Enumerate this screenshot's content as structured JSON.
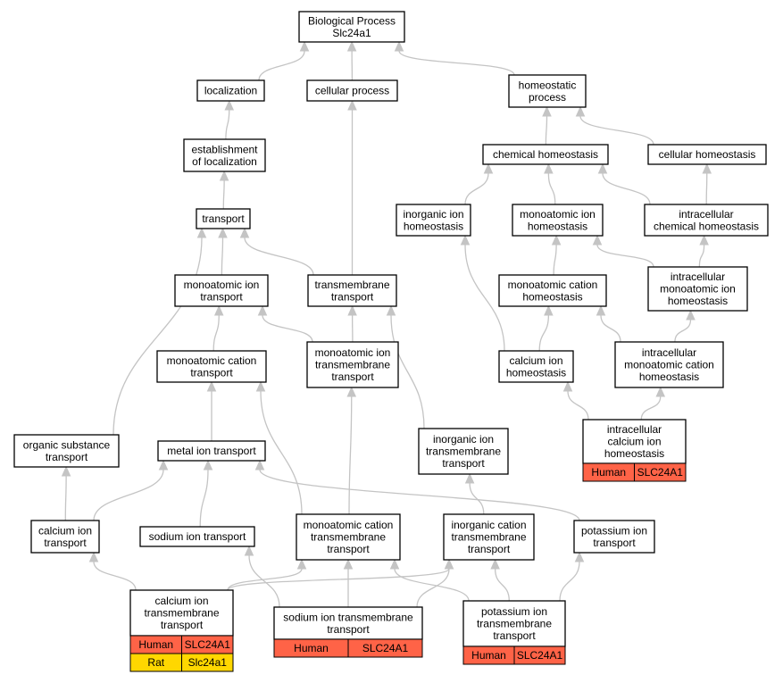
{
  "colors": {
    "human": "#ff6347",
    "rat": "#ffd700",
    "edge": "#c4c4c4"
  },
  "nodes": [
    {
      "id": "bp",
      "lines": [
        "Biological Process",
        "Slc24a1"
      ]
    },
    {
      "id": "localization",
      "lines": [
        "localization"
      ]
    },
    {
      "id": "cellular_process",
      "lines": [
        "cellular process"
      ]
    },
    {
      "id": "homeostatic_process",
      "lines": [
        "homeostatic",
        "process"
      ]
    },
    {
      "id": "establishment",
      "lines": [
        "establishment",
        "of localization"
      ]
    },
    {
      "id": "chemical_homeostasis",
      "lines": [
        "chemical homeostasis"
      ]
    },
    {
      "id": "cellular_homeostasis",
      "lines": [
        "cellular homeostasis"
      ]
    },
    {
      "id": "transport",
      "lines": [
        "transport"
      ]
    },
    {
      "id": "inorganic_ion_homeostasis",
      "lines": [
        "inorganic ion",
        "homeostasis"
      ]
    },
    {
      "id": "monoatomic_ion_homeostasis",
      "lines": [
        "monoatomic ion",
        "homeostasis"
      ]
    },
    {
      "id": "intracellular_chemical_homeostasis",
      "lines": [
        "intracellular",
        "chemical homeostasis"
      ]
    },
    {
      "id": "monoatomic_ion_transport",
      "lines": [
        "monoatomic ion",
        "transport"
      ]
    },
    {
      "id": "transmembrane_transport",
      "lines": [
        "transmembrane",
        "transport"
      ]
    },
    {
      "id": "monoatomic_cation_homeostasis",
      "lines": [
        "monoatomic cation",
        "homeostasis"
      ]
    },
    {
      "id": "intracellular_monoatomic_ion_homeostasis",
      "lines": [
        "intracellular",
        "monoatomic ion",
        "homeostasis"
      ]
    },
    {
      "id": "monoatomic_cation_transport",
      "lines": [
        "monoatomic cation",
        "transport"
      ]
    },
    {
      "id": "monoatomic_ion_transmembrane_transport",
      "lines": [
        "monoatomic ion",
        "transmembrane",
        "transport"
      ]
    },
    {
      "id": "calcium_ion_homeostasis",
      "lines": [
        "calcium ion",
        "homeostasis"
      ]
    },
    {
      "id": "intracellular_monoatomic_cation_homeostasis",
      "lines": [
        "intracellular",
        "monoatomic cation",
        "homeostasis"
      ]
    },
    {
      "id": "organic_substance_transport",
      "lines": [
        "organic substance",
        "transport"
      ]
    },
    {
      "id": "metal_ion_transport",
      "lines": [
        "metal ion transport"
      ]
    },
    {
      "id": "intracellular_calcium_ion_homeostasis",
      "lines": [
        "intracellular",
        "calcium ion",
        "homeostasis"
      ],
      "annotations": [
        [
          "Human",
          "SLC24A1"
        ]
      ]
    },
    {
      "id": "inorganic_ion_transmembrane_transport",
      "lines": [
        "inorganic ion",
        "transmembrane",
        "transport"
      ]
    },
    {
      "id": "calcium_ion_transport",
      "lines": [
        "calcium ion",
        "transport"
      ]
    },
    {
      "id": "sodium_ion_transport",
      "lines": [
        "sodium ion transport"
      ]
    },
    {
      "id": "monoatomic_cation_transmembrane_transport",
      "lines": [
        "monoatomic cation",
        "transmembrane",
        "transport"
      ]
    },
    {
      "id": "inorganic_cation_transmembrane_transport",
      "lines": [
        "inorganic cation",
        "transmembrane",
        "transport"
      ]
    },
    {
      "id": "potassium_ion_transport",
      "lines": [
        "potassium ion",
        "transport"
      ]
    },
    {
      "id": "calcium_ion_transmembrane_transport",
      "lines": [
        "calcium ion",
        "transmembrane",
        "transport"
      ],
      "annotations": [
        [
          "Human",
          "SLC24A1"
        ],
        [
          "Rat",
          "Slc24a1"
        ]
      ]
    },
    {
      "id": "sodium_ion_transmembrane_transport",
      "lines": [
        "sodium ion transmembrane",
        "transport"
      ],
      "annotations": [
        [
          "Human",
          "SLC24A1"
        ]
      ]
    },
    {
      "id": "potassium_ion_transmembrane_transport",
      "lines": [
        "potassium ion",
        "transmembrane",
        "transport"
      ],
      "annotations": [
        [
          "Human",
          "SLC24A1"
        ]
      ]
    }
  ],
  "edges": [
    [
      "localization",
      "bp"
    ],
    [
      "cellular_process",
      "bp"
    ],
    [
      "homeostatic_process",
      "bp"
    ],
    [
      "establishment",
      "localization"
    ],
    [
      "chemical_homeostasis",
      "homeostatic_process"
    ],
    [
      "cellular_homeostasis",
      "homeostatic_process"
    ],
    [
      "transport",
      "establishment"
    ],
    [
      "inorganic_ion_homeostasis",
      "chemical_homeostasis"
    ],
    [
      "monoatomic_ion_homeostasis",
      "chemical_homeostasis"
    ],
    [
      "intracellular_chemical_homeostasis",
      "chemical_homeostasis"
    ],
    [
      "intracellular_chemical_homeostasis",
      "cellular_homeostasis"
    ],
    [
      "monoatomic_ion_transport",
      "transport"
    ],
    [
      "transmembrane_transport",
      "transport"
    ],
    [
      "transmembrane_transport",
      "cellular_process"
    ],
    [
      "monoatomic_cation_homeostasis",
      "monoatomic_ion_homeostasis"
    ],
    [
      "intracellular_monoatomic_ion_homeostasis",
      "monoatomic_ion_homeostasis"
    ],
    [
      "intracellular_monoatomic_ion_homeostasis",
      "intracellular_chemical_homeostasis"
    ],
    [
      "monoatomic_cation_transport",
      "monoatomic_ion_transport"
    ],
    [
      "monoatomic_ion_transmembrane_transport",
      "monoatomic_ion_transport"
    ],
    [
      "monoatomic_ion_transmembrane_transport",
      "transmembrane_transport"
    ],
    [
      "calcium_ion_homeostasis",
      "monoatomic_cation_homeostasis"
    ],
    [
      "calcium_ion_homeostasis",
      "inorganic_ion_homeostasis"
    ],
    [
      "intracellular_monoatomic_cation_homeostasis",
      "monoatomic_cation_homeostasis"
    ],
    [
      "intracellular_monoatomic_cation_homeostasis",
      "intracellular_monoatomic_ion_homeostasis"
    ],
    [
      "organic_substance_transport",
      "transport"
    ],
    [
      "metal_ion_transport",
      "monoatomic_cation_transport"
    ],
    [
      "intracellular_calcium_ion_homeostasis",
      "calcium_ion_homeostasis"
    ],
    [
      "intracellular_calcium_ion_homeostasis",
      "intracellular_monoatomic_cation_homeostasis"
    ],
    [
      "inorganic_ion_transmembrane_transport",
      "transmembrane_transport"
    ],
    [
      "calcium_ion_transport",
      "organic_substance_transport"
    ],
    [
      "calcium_ion_transport",
      "metal_ion_transport"
    ],
    [
      "sodium_ion_transport",
      "metal_ion_transport"
    ],
    [
      "monoatomic_cation_transmembrane_transport",
      "monoatomic_cation_transport"
    ],
    [
      "monoatomic_cation_transmembrane_transport",
      "monoatomic_ion_transmembrane_transport"
    ],
    [
      "inorganic_cation_transmembrane_transport",
      "inorganic_ion_transmembrane_transport"
    ],
    [
      "potassium_ion_transport",
      "metal_ion_transport"
    ],
    [
      "calcium_ion_transmembrane_transport",
      "calcium_ion_transport"
    ],
    [
      "calcium_ion_transmembrane_transport",
      "monoatomic_cation_transmembrane_transport"
    ],
    [
      "calcium_ion_transmembrane_transport",
      "inorganic_cation_transmembrane_transport"
    ],
    [
      "sodium_ion_transmembrane_transport",
      "monoatomic_cation_transmembrane_transport"
    ],
    [
      "sodium_ion_transmembrane_transport",
      "sodium_ion_transport"
    ],
    [
      "sodium_ion_transmembrane_transport",
      "inorganic_cation_transmembrane_transport"
    ],
    [
      "potassium_ion_transmembrane_transport",
      "inorganic_cation_transmembrane_transport"
    ],
    [
      "potassium_ion_transmembrane_transport",
      "potassium_ion_transport"
    ],
    [
      "potassium_ion_transmembrane_transport",
      "monoatomic_cation_transmembrane_transport"
    ]
  ]
}
